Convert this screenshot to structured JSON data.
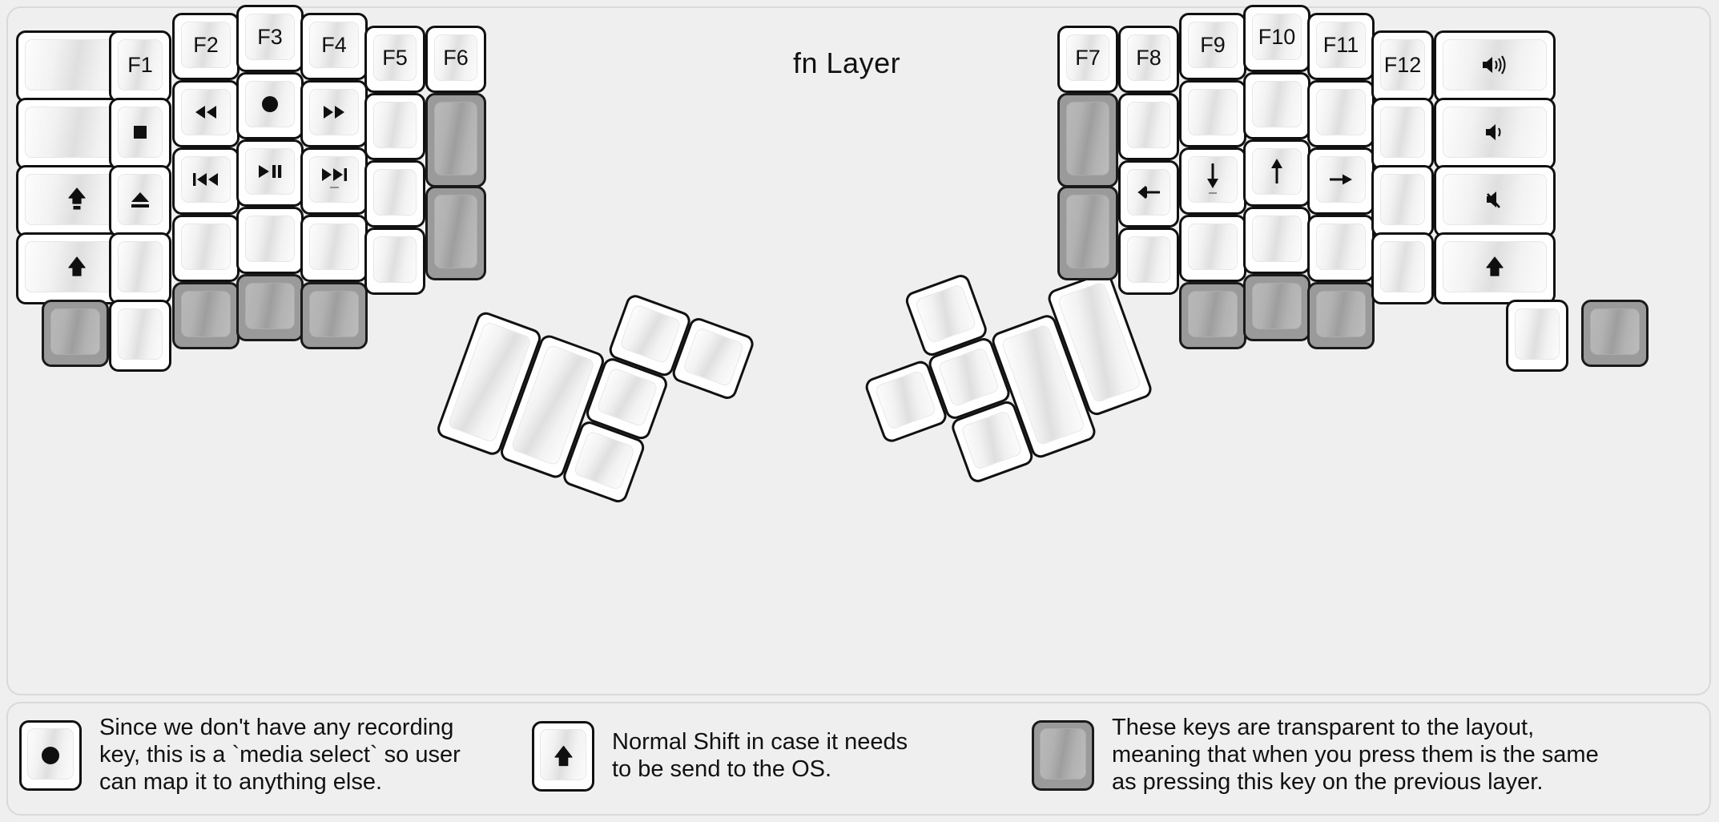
{
  "title": "fn Layer",
  "colors": {
    "background": "#efefef",
    "keycap_white": "#ffffff",
    "keycap_transparent": "#9a9a9a",
    "outline": "#111111",
    "plate_border": "#d9d9d9"
  },
  "keyboard": {
    "left_half": {
      "columns": [
        {
          "name": "col-outer",
          "keys": [
            {
              "label": "",
              "icon": "",
              "type": "blank"
            },
            {
              "label": "",
              "icon": "",
              "type": "blank"
            },
            {
              "label": "",
              "icon": "caps-lock-icon",
              "type": "icon"
            },
            {
              "label": "",
              "icon": "shift-icon",
              "type": "icon"
            },
            {
              "label": "",
              "icon": "",
              "type": "transparent"
            }
          ]
        },
        {
          "name": "col-f1",
          "keys": [
            {
              "label": "F1",
              "icon": "",
              "type": "text"
            },
            {
              "label": "",
              "icon": "media-stop-icon",
              "type": "icon"
            },
            {
              "label": "",
              "icon": "media-eject-icon",
              "type": "icon"
            },
            {
              "label": "",
              "icon": "",
              "type": "blank"
            },
            {
              "label": "",
              "icon": "",
              "type": "blank"
            }
          ]
        },
        {
          "name": "col-f2",
          "keys": [
            {
              "label": "F2",
              "icon": "",
              "type": "text"
            },
            {
              "label": "",
              "icon": "media-rewind-icon",
              "type": "icon"
            },
            {
              "label": "",
              "icon": "media-previous-track-icon",
              "type": "icon"
            },
            {
              "label": "",
              "icon": "",
              "type": "blank"
            },
            {
              "label": "",
              "icon": "",
              "type": "transparent"
            }
          ]
        },
        {
          "name": "col-f3",
          "keys": [
            {
              "label": "F3",
              "icon": "",
              "type": "text"
            },
            {
              "label": "",
              "icon": "media-record-icon",
              "type": "icon"
            },
            {
              "label": "",
              "icon": "media-play-pause-icon",
              "type": "icon"
            },
            {
              "label": "",
              "icon": "",
              "type": "blank"
            },
            {
              "label": "",
              "icon": "",
              "type": "transparent"
            }
          ]
        },
        {
          "name": "col-f4",
          "keys": [
            {
              "label": "F4",
              "icon": "",
              "type": "text"
            },
            {
              "label": "",
              "icon": "media-fast-forward-icon",
              "type": "icon"
            },
            {
              "label": "",
              "icon": "media-next-track-icon",
              "type": "icon"
            },
            {
              "label": "",
              "icon": "",
              "type": "blank"
            },
            {
              "label": "",
              "icon": "",
              "type": "transparent"
            }
          ]
        },
        {
          "name": "col-f5",
          "keys": [
            {
              "label": "F5",
              "icon": "",
              "type": "text"
            },
            {
              "label": "",
              "icon": "",
              "type": "blank"
            },
            {
              "label": "",
              "icon": "",
              "type": "blank"
            },
            {
              "label": "",
              "icon": "",
              "type": "blank"
            }
          ]
        },
        {
          "name": "col-f6",
          "keys": [
            {
              "label": "F6",
              "icon": "",
              "type": "text"
            },
            {
              "label": "",
              "icon": "",
              "type": "transparent-tall"
            },
            {
              "label": "",
              "icon": "",
              "type": "transparent-tall"
            }
          ]
        }
      ]
    },
    "right_half": {
      "columns": [
        {
          "name": "col-f7",
          "keys": [
            {
              "label": "F7",
              "icon": "",
              "type": "text"
            },
            {
              "label": "",
              "icon": "",
              "type": "transparent-tall"
            },
            {
              "label": "",
              "icon": "",
              "type": "transparent-tall"
            }
          ]
        },
        {
          "name": "col-f8",
          "keys": [
            {
              "label": "F8",
              "icon": "",
              "type": "text"
            },
            {
              "label": "",
              "icon": "",
              "type": "blank"
            },
            {
              "label": "",
              "icon": "arrow-left-icon",
              "type": "icon"
            },
            {
              "label": "",
              "icon": "",
              "type": "blank"
            }
          ]
        },
        {
          "name": "col-f9",
          "keys": [
            {
              "label": "F9",
              "icon": "",
              "type": "text"
            },
            {
              "label": "",
              "icon": "",
              "type": "blank"
            },
            {
              "label": "",
              "icon": "arrow-down-icon",
              "type": "icon"
            },
            {
              "label": "",
              "icon": "",
              "type": "blank"
            },
            {
              "label": "",
              "icon": "",
              "type": "transparent"
            }
          ]
        },
        {
          "name": "col-f10",
          "keys": [
            {
              "label": "F10",
              "icon": "",
              "type": "text"
            },
            {
              "label": "",
              "icon": "",
              "type": "blank"
            },
            {
              "label": "",
              "icon": "arrow-up-icon",
              "type": "icon"
            },
            {
              "label": "",
              "icon": "",
              "type": "blank"
            },
            {
              "label": "",
              "icon": "",
              "type": "transparent"
            }
          ]
        },
        {
          "name": "col-f11",
          "keys": [
            {
              "label": "F11",
              "icon": "",
              "type": "text"
            },
            {
              "label": "",
              "icon": "",
              "type": "blank"
            },
            {
              "label": "",
              "icon": "arrow-right-icon",
              "type": "icon"
            },
            {
              "label": "",
              "icon": "",
              "type": "blank"
            },
            {
              "label": "",
              "icon": "",
              "type": "transparent"
            }
          ]
        },
        {
          "name": "col-f12",
          "keys": [
            {
              "label": "F12",
              "icon": "",
              "type": "text"
            },
            {
              "label": "",
              "icon": "",
              "type": "blank"
            },
            {
              "label": "",
              "icon": "",
              "type": "blank"
            },
            {
              "label": "",
              "icon": "",
              "type": "blank"
            }
          ]
        },
        {
          "name": "col-outer-right",
          "keys": [
            {
              "label": "",
              "icon": "volume-up-icon",
              "type": "icon"
            },
            {
              "label": "",
              "icon": "volume-down-icon",
              "type": "icon"
            },
            {
              "label": "",
              "icon": "volume-mute-icon",
              "type": "icon"
            },
            {
              "label": "",
              "icon": "shift-icon",
              "type": "icon"
            },
            {
              "label": "",
              "icon": "",
              "type": "transparent"
            }
          ]
        }
      ]
    },
    "left_thumb_cluster": {
      "key_count": 6,
      "labels": [
        "",
        "",
        "",
        "",
        "",
        ""
      ]
    },
    "right_thumb_cluster": {
      "key_count": 6,
      "labels": [
        "",
        "",
        "",
        "",
        "",
        ""
      ]
    }
  },
  "legend": [
    {
      "icon": "media-record-icon",
      "swatch": "white",
      "text": "Since we don't have any recording\nkey, this is a `media select` so user\ncan map it to anything else."
    },
    {
      "icon": "shift-icon",
      "swatch": "white",
      "text": "Normal Shift in case it needs\nto be send to the OS."
    },
    {
      "icon": "",
      "swatch": "transparent",
      "text": "These keys are transparent to the layout,\nmeaning that when you press them is the same\nas pressing this key on the previous layer."
    }
  ]
}
